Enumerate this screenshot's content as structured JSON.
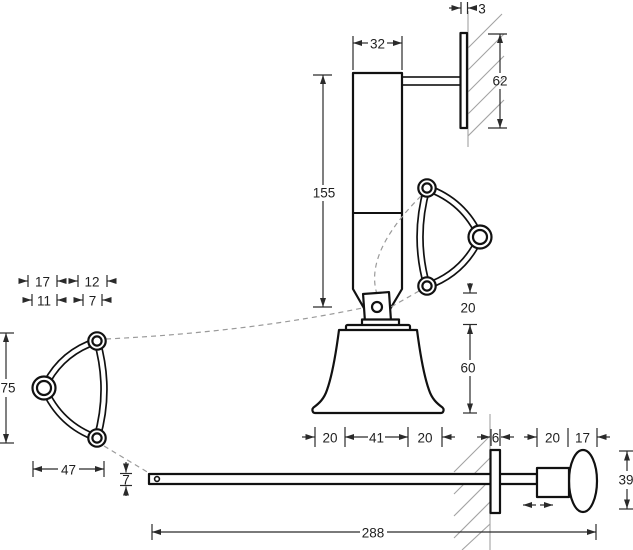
{
  "drawing": {
    "type": "technical-dimension-drawing",
    "subject": "wall mounted servant bell with pull rod and spring brackets",
    "colors": {
      "outline": "#111111",
      "dimension": "#2a2a2a",
      "auxiliary": "#a3a3a3",
      "background": "#ffffff"
    },
    "dims": {
      "plate_thickness": "3",
      "bracket_width": "32",
      "plate_height": "62",
      "bracket_length": "155",
      "crank_offset": "20",
      "bell_height": "60",
      "spring_spacing_a": "17",
      "spring_spacing_b": "12",
      "spring_spacing_c": "11",
      "spring_spacing_d": "7",
      "spring_height": "75",
      "spring_width": "47",
      "rod_thickness": "7",
      "bell_rim_left": "20",
      "bell_mouth": "41",
      "bell_rim_right": "20",
      "wall_plate_thickness": "6",
      "knob_shank_length": "20",
      "knob_depth": "17",
      "knob_height": "39",
      "rod_length": "288"
    }
  }
}
